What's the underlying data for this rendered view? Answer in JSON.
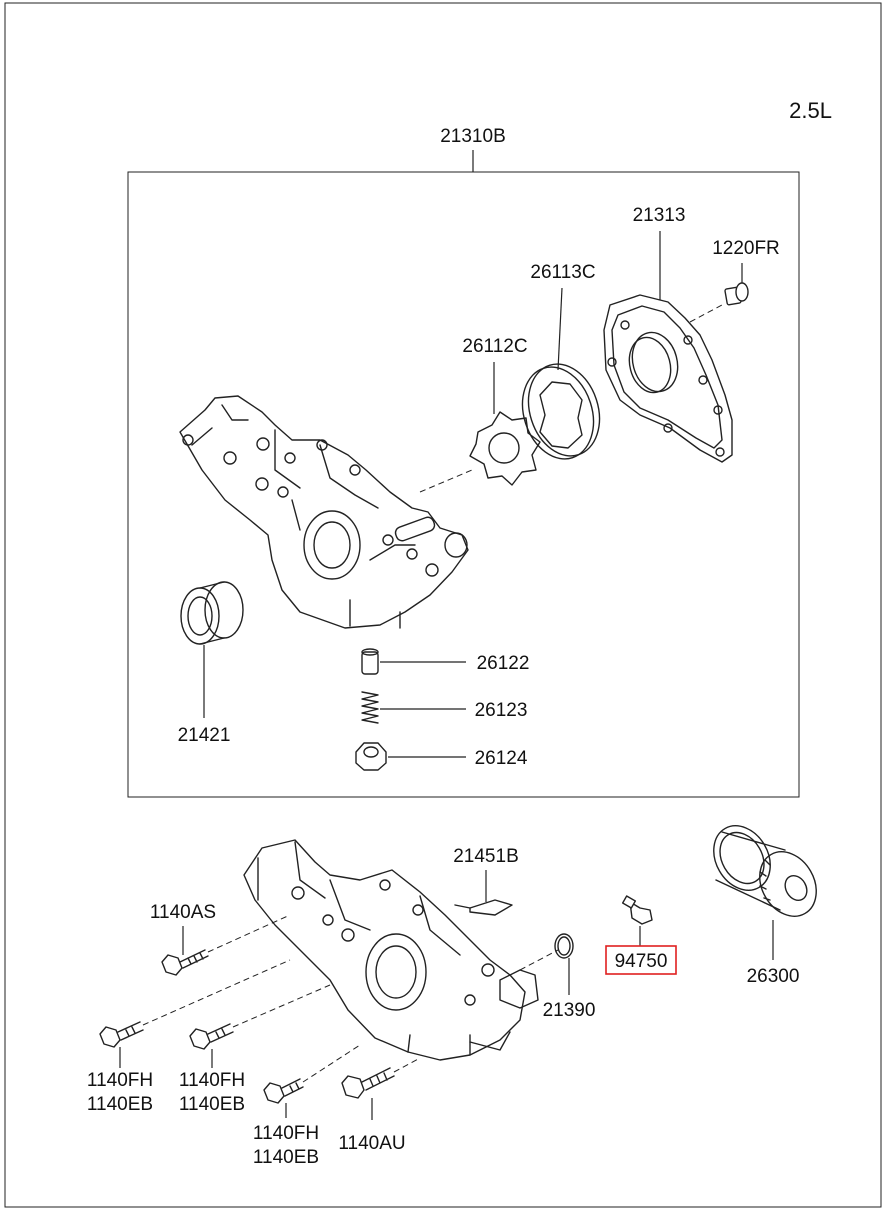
{
  "engine": "2.5L",
  "assembly": {
    "number": "21310B"
  },
  "callouts": {
    "p21313": "21313",
    "p1220FR": "1220FR",
    "p26113C": "26113C",
    "p26112C": "26112C",
    "p26122": "26122",
    "p26123": "26123",
    "p26124": "26124",
    "p21421": "21421",
    "p21451B": "21451B",
    "p1140AS": "1140AS",
    "p94750": "94750",
    "p26300": "26300",
    "p21390": "21390",
    "p1140FH_a": "1140FH",
    "p1140EB_a": "1140EB",
    "p1140FH_b": "1140FH",
    "p1140EB_b": "1140EB",
    "p1140FH_c": "1140FH",
    "p1140EB_c": "1140EB",
    "p1140AU": "1140AU"
  },
  "highlight": {
    "part": "94750",
    "color": "#e02020"
  }
}
